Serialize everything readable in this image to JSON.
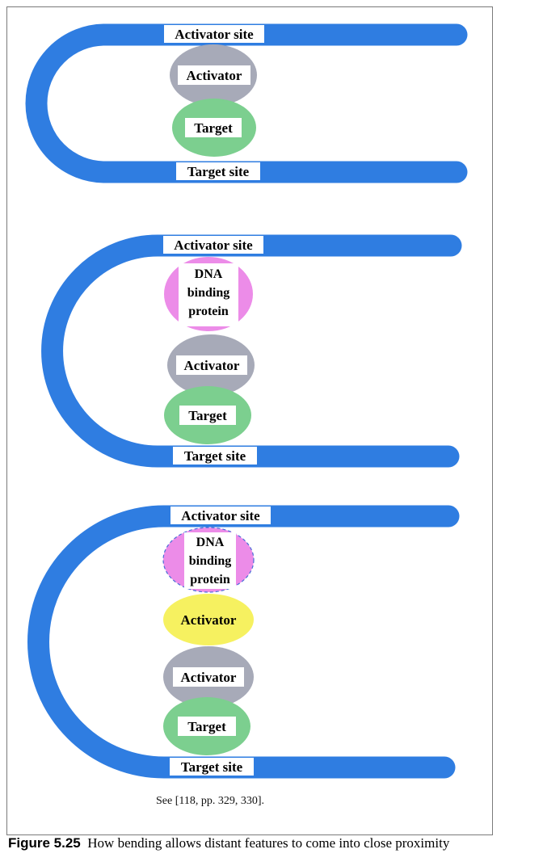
{
  "colors": {
    "dna": "#2f7de1",
    "activator_gray": "#a7aab8",
    "target_green": "#7ccf8f",
    "dna_binding_pink": "#ec8ce8",
    "activator_yellow": "#f6f160"
  },
  "panels": [
    {
      "activator_site": "Activator site",
      "target_site": "Target site",
      "proteins": [
        "Activator",
        "Target"
      ]
    },
    {
      "activator_site": "Activator site",
      "target_site": "Target site",
      "proteins": [
        "DNA binding protein",
        "Activator",
        "Target"
      ]
    },
    {
      "activator_site": "Activator site",
      "target_site": "Target site",
      "proteins": [
        "DNA binding protein",
        "Activator",
        "Activator",
        "Target"
      ]
    }
  ],
  "citation": "See [118, pp. 329, 330].",
  "caption": {
    "number": "Figure 5.25",
    "text": "How bending allows distant features to come into close proximity"
  }
}
